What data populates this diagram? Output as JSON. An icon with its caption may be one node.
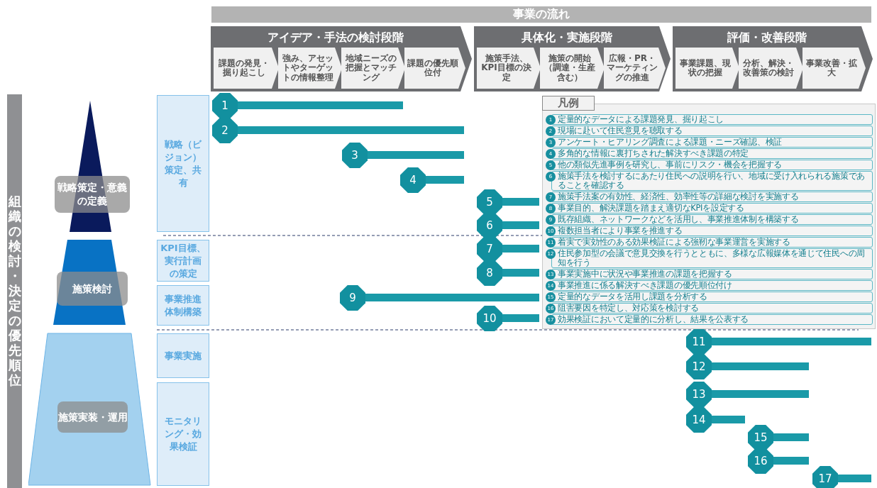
{
  "diagram": {
    "nodes": [
      {
        "text": [
          "事業の流れ"
        ]
      },
      {
        "text": [
          "アイデア・手法の検討段階"
        ]
      },
      {
        "text": [
          "課題の発見・掘り起こし"
        ],
        "in": 1
      },
      {
        "text": [
          "強み、アセットやターゲットの情報整理"
        ],
        "in": 1
      },
      {
        "text": [
          "地域ニーズの把握とマッチング"
        ],
        "in": 1
      },
      {
        "text": [
          "課題の優先順位付"
        ],
        "in": 1
      },
      {
        "text": [
          "具体化・実施段階"
        ]
      },
      {
        "text": [
          "施策手法、KPI目標の決定"
        ],
        "in": 6
      },
      {
        "text": [
          "施策の開始（調達・生産含む）"
        ],
        "in": 6
      },
      {
        "text": [
          "広報・PR・マーケティングの推進"
        ],
        "in": 6
      },
      {
        "text": [
          "評価・改善段階"
        ]
      },
      {
        "text": [
          "事業課題、現状の把握"
        ],
        "in": 10
      },
      {
        "text": [
          "分析、解決・改善策の検討"
        ],
        "in": 10
      },
      {
        "text": [
          "事業改善・拡大"
        ],
        "in": 10
      },
      {
        "text": [
          "組織の検討・決定の優先順位"
        ]
      },
      {
        "text": [
          "戦略策定・意義の定義"
        ]
      },
      {
        "text": [
          "施策検討"
        ]
      },
      {
        "text": [
          "施策実装・運用"
        ]
      },
      {
        "text": [
          "戦略（ビジョン）策定、共有"
        ]
      },
      {
        "text": [
          "KPI目標、実行計画の策定"
        ]
      },
      {
        "text": [
          "事業推進体制構築"
        ]
      },
      {
        "text": [
          "事業実施"
        ]
      },
      {
        "text": [
          "モニタリング・効果検証"
        ]
      },
      {
        "text": [
          "1"
        ]
      },
      {
        "text": [
          "2"
        ]
      },
      {
        "text": [
          "3"
        ]
      },
      {
        "text": [
          "4"
        ]
      },
      {
        "text": [
          "5"
        ]
      },
      {
        "text": [
          "6"
        ]
      },
      {
        "text": [
          "7"
        ]
      },
      {
        "text": [
          "8"
        ]
      },
      {
        "text": [
          "9"
        ]
      },
      {
        "text": [
          "10"
        ]
      },
      {
        "text": [
          "11"
        ]
      },
      {
        "text": [
          "12"
        ]
      },
      {
        "text": [
          "13"
        ]
      },
      {
        "text": [
          "14"
        ]
      },
      {
        "text": [
          "15"
        ]
      },
      {
        "text": [
          "16"
        ]
      },
      {
        "text": [
          "17"
        ]
      },
      {
        "text": [
          "凡例"
        ]
      },
      {
        "text": [
          "1",
          "定量的なデータによる課題発見、掘り起こし"
        ],
        "in": 40
      },
      {
        "text": [
          "2",
          "現場に赴いて住民意見を聴取する"
        ],
        "in": 40
      },
      {
        "text": [
          "3",
          "アンケート・ヒアリング調査による課題・ニーズ確認、検証"
        ],
        "in": 40
      },
      {
        "text": [
          "4",
          "多角的な情報に裏打ちされた解決すべき課題の特定"
        ],
        "in": 40
      },
      {
        "text": [
          "5",
          "他の類似先進事例を研究し、事前にリスク・機会を把握する"
        ],
        "in": 40
      },
      {
        "text": [
          "6",
          "施策手法を検討するにあたり住民への説明を行い、地域に受け入れられる施策であることを確認する"
        ],
        "in": 40
      },
      {
        "text": [
          "7",
          "施策手法案の有効性、経済性、効率性等の詳細な検討を実施する"
        ],
        "in": 40
      },
      {
        "text": [
          "8",
          "事業目的、解決課題を踏まえ適切なKPIを設定する"
        ],
        "in": 40
      },
      {
        "text": [
          "9",
          "既存組織、ネットワークなどを活用し、事業推進体制を構築する"
        ],
        "in": 40
      },
      {
        "text": [
          "10",
          "複数担当者により事業を推進する"
        ],
        "in": 40
      },
      {
        "text": [
          "11",
          "着実で実効性のある効果検証による強靭な事業運営を実施する"
        ],
        "in": 40
      },
      {
        "text": [
          "12",
          "住民参加型の会議で意見交換を行うとともに、多様な広報媒体を通じて住民への周知を行う"
        ],
        "in": 40
      },
      {
        "text": [
          "13",
          "事業実施中に状況や事業推進の課題を把握する"
        ],
        "in": 40
      },
      {
        "text": [
          "14",
          "事業推進に係る解決すべき課題の優先順位付け"
        ],
        "in": 40
      },
      {
        "text": [
          "15",
          "定量的なデータを活用し課題を分析する"
        ],
        "in": 40
      },
      {
        "text": [
          "16",
          "阻害要因を特定し、対応策を検討する"
        ],
        "in": 40
      },
      {
        "text": [
          "17",
          "効果検証において定量的に分析し、結果を公表する"
        ],
        "in": 40
      }
    ]
  }
}
